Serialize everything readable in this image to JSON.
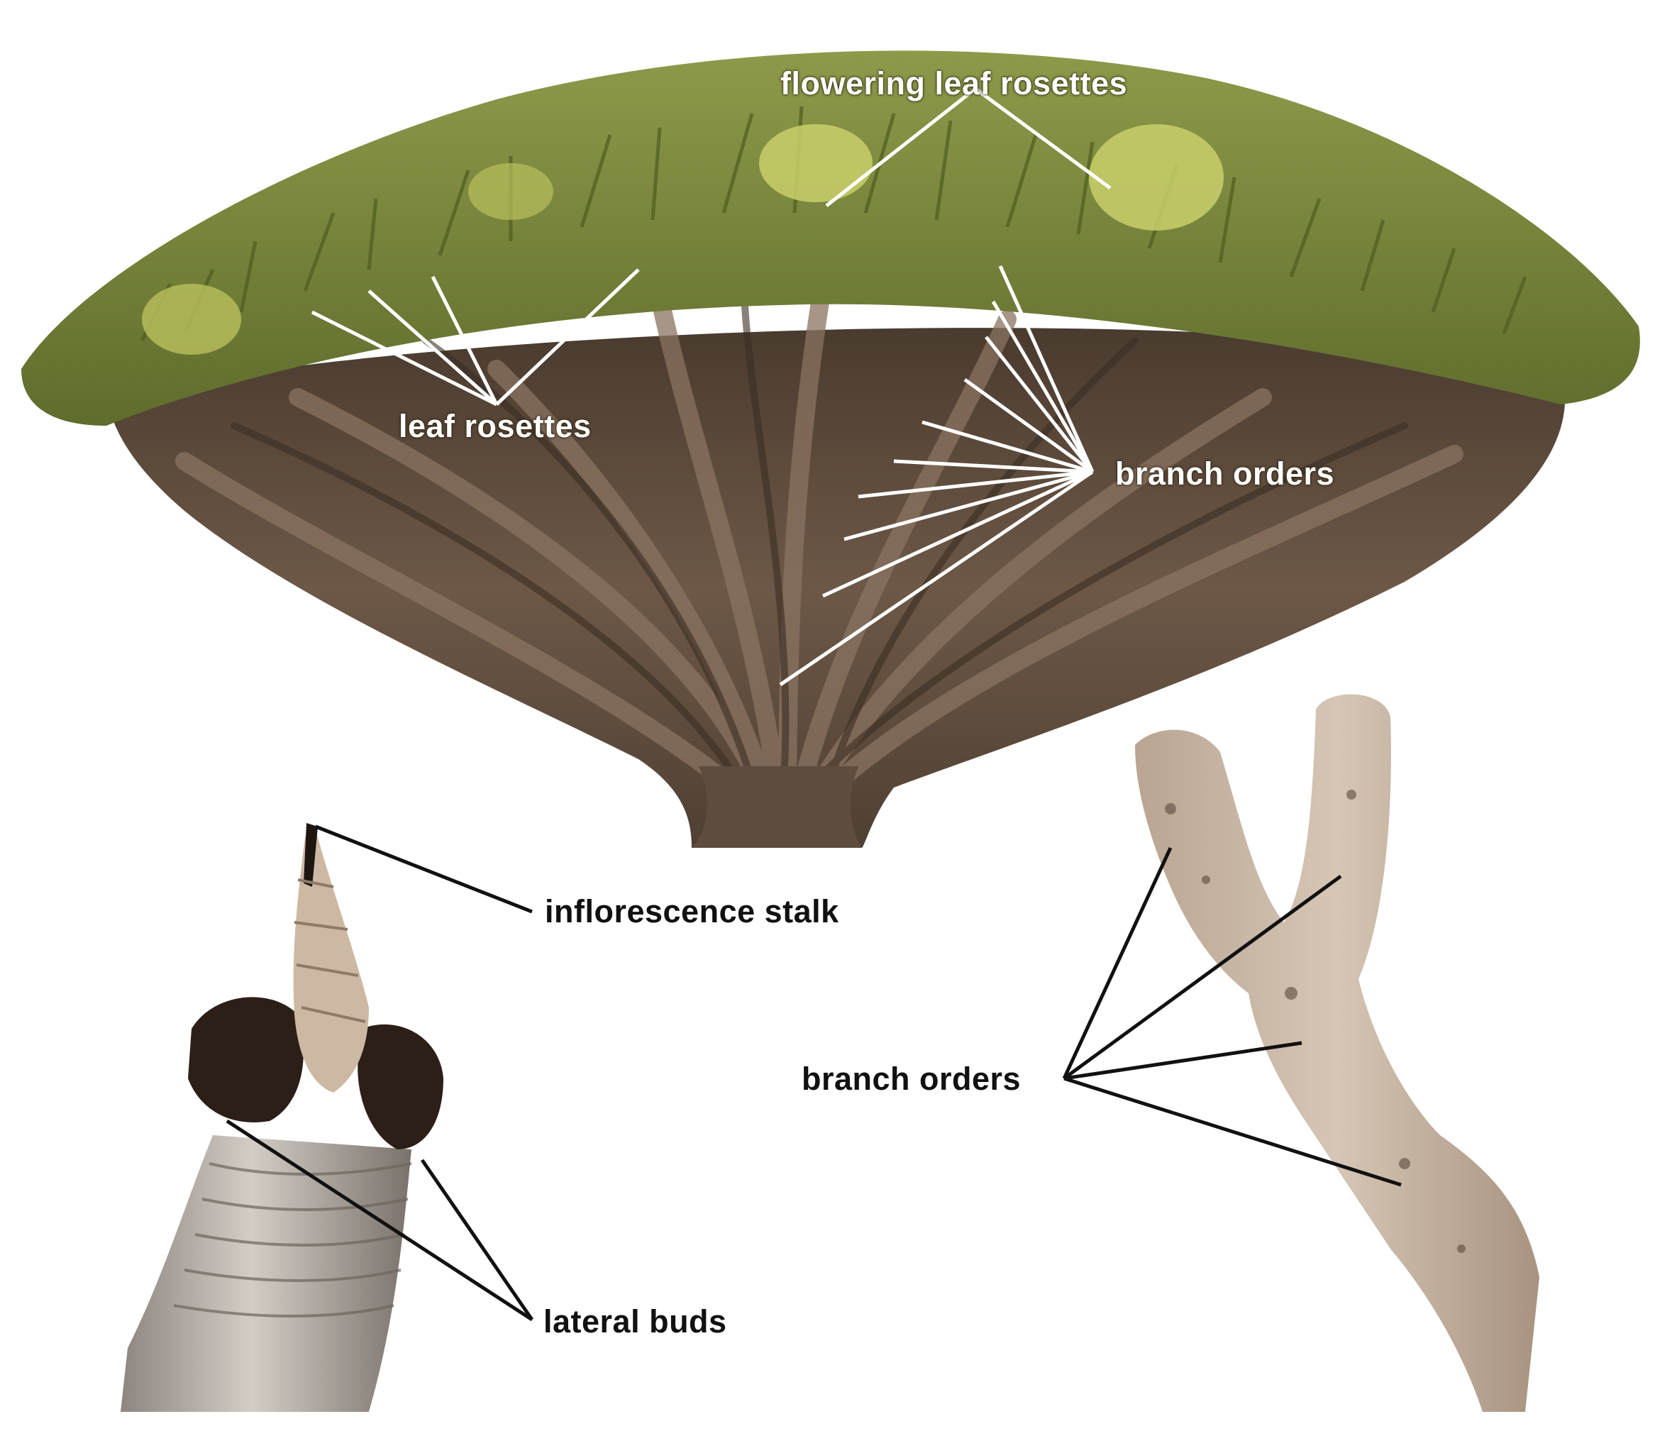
{
  "labels": {
    "flowering_leaf_rosettes": "flowering leaf rosettes",
    "leaf_rosettes": "leaf rosettes",
    "branch_orders_tree": "branch orders",
    "inflorescence_stalk": "inflorescence stalk",
    "lateral_buds": "lateral buds",
    "branch_orders_branch": "branch orders"
  },
  "colors": {
    "canopy_green": "#7d8a3c",
    "flower_yellow": "#c9cf6a",
    "bark_brown": "#6a5646",
    "bark_dark": "#3a2e24",
    "pale_bark": "#c9b8a6",
    "leader_white": "#ffffff",
    "leader_black": "#111111"
  }
}
